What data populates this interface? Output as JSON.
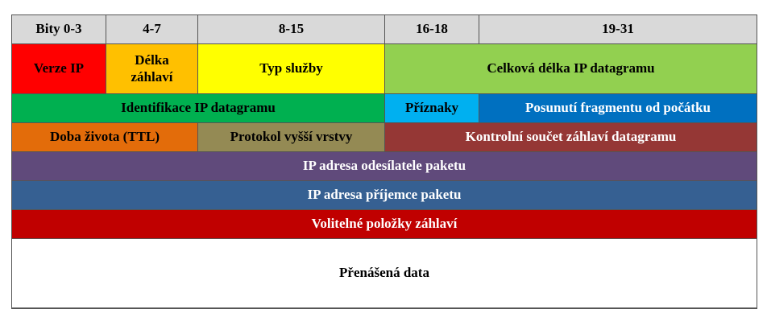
{
  "header": {
    "bits_0_3": "Bity 0-3",
    "bits_4_7": "4-7",
    "bits_8_15": "8-15",
    "bits_16_18": "16-18",
    "bits_19_31": "19-31"
  },
  "row1": {
    "version": "Verze IP",
    "header_length_line1": "Délka",
    "header_length_line2": "záhlaví",
    "tos": "Typ služby",
    "total_length": "Celková délka IP datagramu"
  },
  "row2": {
    "identification": "Identifikace IP datagramu",
    "flags": "Příznaky",
    "fragment_offset": "Posunutí fragmentu od počátku"
  },
  "row3": {
    "ttl": "Doba života (TTL)",
    "protocol": "Protokol vyšší vrstvy",
    "checksum": "Kontrolní součet záhlaví datagramu"
  },
  "row4": {
    "source": "IP adresa odesílatele paketu"
  },
  "row5": {
    "destination": "IP adresa příjemce paketu"
  },
  "row6": {
    "options": "Volitelné položky záhlaví"
  },
  "row7": {
    "data": "Přenášená data"
  },
  "colors": {
    "header_bg": "#d9d9d9",
    "version": "#ff0000",
    "header_length": "#ffc000",
    "tos": "#ffff00",
    "total_length": "#92d050",
    "identification": "#00b050",
    "flags": "#00b0f0",
    "fragment_offset": "#0070c0",
    "ttl": "#e36c0a",
    "protocol": "#948a54",
    "checksum": "#953735",
    "source": "#604a7b",
    "destination": "#366092",
    "options": "#c00000",
    "data": "#ffffff"
  }
}
